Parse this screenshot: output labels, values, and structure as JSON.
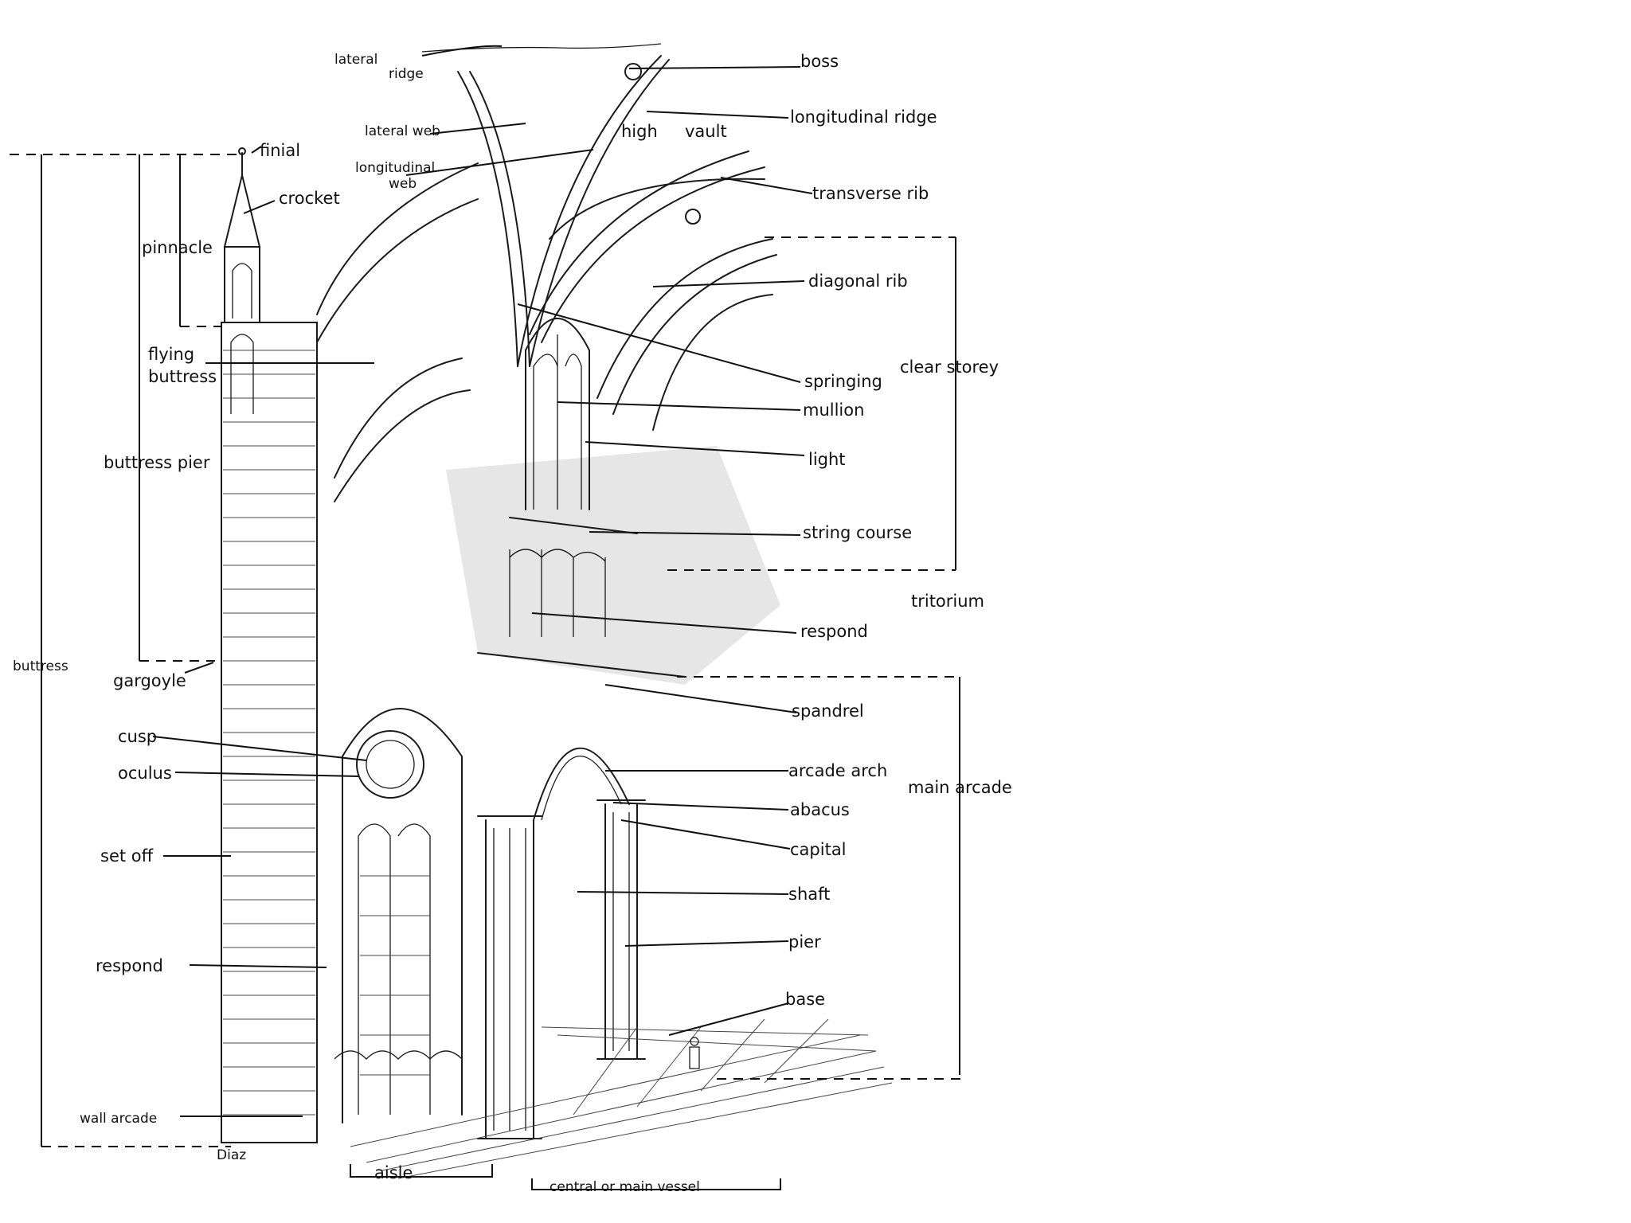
{
  "labels": {
    "lateral_ridge": [
      "lateral",
      "ridge"
    ],
    "boss": "boss",
    "longitudinal_ridge": "longitudinal ridge",
    "lateral_web": "lateral web",
    "high_vault": [
      "high",
      "vault"
    ],
    "longitudinal_web": [
      "longitudinal",
      "web"
    ],
    "finial": "finial",
    "crocket": "crocket",
    "transverse_rib": "transverse rib",
    "pinnacle": "pinnacle",
    "diagonal_rib": "diagonal rib",
    "flying_buttress": [
      "flying",
      "buttress"
    ],
    "springing": "springing",
    "clear_storey": "clear storey",
    "mullion": "mullion",
    "buttress_pier": "buttress pier",
    "light": "light",
    "string_course": "string course",
    "tritorium": "tritorium",
    "respond_upper": "respond",
    "buttress": "buttress",
    "gargoyle": "gargoyle",
    "spandrel": "spandrel",
    "cusp": "cusp",
    "oculus": "oculus",
    "arcade_arch": "arcade arch",
    "main_arcade": "main arcade",
    "abacus": "abacus",
    "capital": "capital",
    "set_off": "set off",
    "shaft": "shaft",
    "pier": "pier",
    "respond_lower": "respond",
    "base": "base",
    "wall_arcade": "wall arcade",
    "signature": "Diaz",
    "aisle": "aisle",
    "central_vessel": "central or main vessel"
  },
  "colors": {
    "ink": "#1a1a1a",
    "paper": "#ffffff",
    "shade": "#d9d9d9"
  }
}
